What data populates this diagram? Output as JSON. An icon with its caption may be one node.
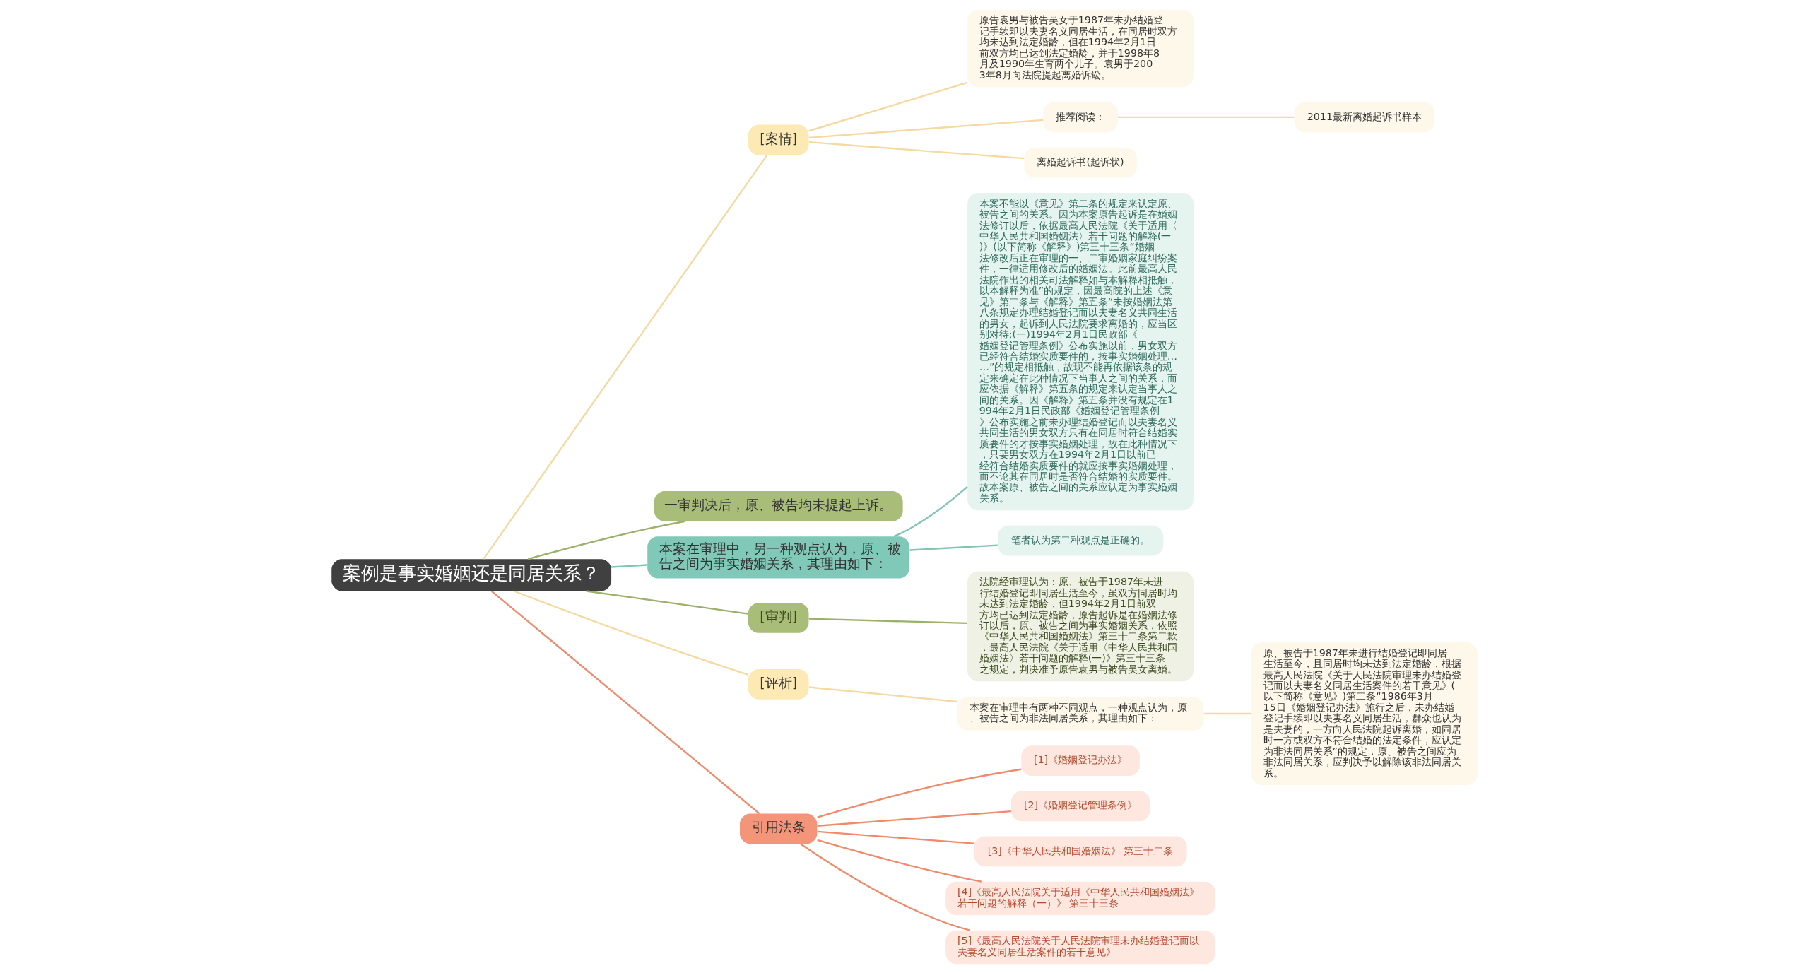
{
  "diagram": {
    "nodes": [
      {
        "text": [
          "案例是事实婚姻还是同居关系？"
        ]
      },
      {
        "text": [
          "[案情]"
        ]
      },
      {
        "text": [
          "原告袁男与被告吴女于1987年未办结婚登记手续即以夫妻名义同居生活，在同居时双方均未达到法定婚龄，但在1994年2月1日前双方均已达到法定婚龄，并于1998年8月及1990年生育两个儿子。袁男于2003年8月向法院提起离婚诉讼。"
        ]
      },
      {
        "text": [
          "推荐阅读："
        ]
      },
      {
        "text": [
          "2011最新离婚起诉书样本"
        ]
      },
      {
        "text": [
          "离婚起诉书(起诉状)"
        ]
      },
      {
        "text": [
          "一审判决后，原、被告均未提起上诉。"
        ]
      },
      {
        "text": [
          "本案在审理中，另一种观点认为，原、被告之间为事实婚姻关系，其理由如下："
        ]
      },
      {
        "text": [
          "本案不能以《意见》第二条的规定来认定原、被告之间的关系。因为本案原告起诉是在婚姻法修订以后，依据最高人民法院《关于适用〈中华人民共和国婚姻法〉若干问题的解释(一)》(以下简称《解释》)第三十三条“婚姻法修改后正在审理的一、二审婚姻家庭纠纷案件，一律适用修改后的婚姻法。此前最高人民法院作出的相关司法解释如与本解释相抵触，以本解释为准”的规定，因最高院的上述《意见》第二条与《解释》第五条“未按婚姻法第八条规定办理结婚登记而以夫妻名义共同生活的男女，起诉到人民法院要求离婚的，应当区别对待;(一)1994年2月1日民政部《婚姻登记管理条例》公布实施以前，男女双方已经符合结婚实质要件的，按事实婚姻处理……”的规定相抵触，故现不能再依据该条的规定来确定在此种情况下当事人之间的关系，而应依据《解释》第五条的规定来认定当事人之间的关系。因《解释》第五条并没有规定在1994年2月1日民政部《婚姻登记管理条例》公布实施之前未办理结婚登记而以夫妻名义共同生活的男女双方只有在同居时符合结婚实质要件的才按事实婚姻处理，故在此种情况下，只要男女双方在1994年2月1日以前已经符合结婚实质要件的就应按事实婚姻处理，而不论其在同居时是否符合结婚的实质要件。故本案原、被告之间的关系应认定为事实婚姻关系。"
        ]
      },
      {
        "text": [
          "笔者认为第二种观点是正确的。"
        ]
      },
      {
        "text": [
          "[审判]"
        ]
      },
      {
        "text": [
          "法院经审理认为：原、被告于1987年未进行结婚登记即同居生活至今，虽双方同居时均未达到法定婚龄，但1994年2月1日前双方均已达到法定婚龄，原告起诉是在婚姻法修订以后，原、被告之间为事实婚姻关系，依照《中华人民共和国婚姻法》第三十二条第二款，最高人民法院《关于适用〈中华人民共和国婚姻法〉若干问题的解释(一)》第三十三条之规定，判决准予原告袁男与被告吴女离婚。"
        ]
      },
      {
        "text": [
          "[评析]"
        ]
      },
      {
        "text": [
          "本案在审理中有两种不同观点，一种观点认为，原、被告之间为非法同居关系，其理由如下："
        ]
      },
      {
        "text": [
          "原、被告于1987年未进行结婚登记即同居生活至今，且同居时均未达到法定婚龄，根据最高人民法院《关于人民法院审理未办结婚登记而以夫妻名义同居生活案件的若干意见》(以下简称《意见》)第二条“1986年3月15日《婚姻登记办法》施行之后，未办结婚登记手续即以夫妻名义同居生活，群众也认为是夫妻的，一方向人民法院起诉离婚，如同居时一方或双方不符合结婚的法定条件，应认定为非法同居关系”的规定，原、被告之间应为非法同居关系，应判决予以解除该非法同居关系。"
        ]
      },
      {
        "text": [
          "引用法条"
        ]
      },
      {
        "text": [
          "[1]《婚姻登记办法》"
        ]
      },
      {
        "text": [
          "[2]《婚姻登记管理条例》"
        ]
      },
      {
        "text": [
          "[3]《中华人民共和国婚姻法》 第三十二条"
        ]
      },
      {
        "text": [
          "[4]《最高人民法院关于适用《中华人民共和国婚姻法》若干问题的解释（一）》 第三十三条"
        ]
      },
      {
        "text": [
          "[5]《最高人民法院关于人民法院审理未办结婚登记而以夫妻名义同居生活案件的若干意见》"
        ]
      }
    ],
    "edges": [
      {
        "from": 0,
        "to": 1,
        "arrow": "none",
        "color": "#f5d9a0"
      },
      {
        "from": 1,
        "to": 2,
        "arrow": "none",
        "color": "#f5d9a0"
      },
      {
        "from": 1,
        "to": 3,
        "arrow": "none",
        "color": "#f5d9a0"
      },
      {
        "from": 3,
        "to": 4,
        "arrow": "none",
        "color": "#f5d9a0"
      },
      {
        "from": 1,
        "to": 5,
        "arrow": "none",
        "color": "#f5d9a0"
      },
      {
        "from": 0,
        "to": 6,
        "arrow": "none",
        "color": "#9bb06a"
      },
      {
        "from": 0,
        "to": 7,
        "arrow": "none",
        "color": "#7fc4b4"
      },
      {
        "from": 7,
        "to": 8,
        "arrow": "none",
        "color": "#7fc4b4"
      },
      {
        "from": 7,
        "to": 9,
        "arrow": "none",
        "color": "#7fc4b4"
      },
      {
        "from": 0,
        "to": 10,
        "arrow": "none",
        "color": "#9bb06a"
      },
      {
        "from": 10,
        "to": 11,
        "arrow": "none",
        "color": "#9bb06a"
      },
      {
        "from": 0,
        "to": 12,
        "arrow": "none",
        "color": "#f5d9a0"
      },
      {
        "from": 12,
        "to": 13,
        "arrow": "none",
        "color": "#f5d9a0"
      },
      {
        "from": 13,
        "to": 14,
        "arrow": "none",
        "color": "#f5d9a0"
      },
      {
        "from": 0,
        "to": 15,
        "arrow": "none",
        "color": "#ef8a6a"
      },
      {
        "from": 15,
        "to": 16,
        "arrow": "none",
        "color": "#ef8a6a"
      },
      {
        "from": 15,
        "to": 17,
        "arrow": "none",
        "color": "#ef8a6a"
      },
      {
        "from": 15,
        "to": 18,
        "arrow": "none",
        "color": "#ef8a6a"
      },
      {
        "from": 15,
        "to": 19,
        "arrow": "none",
        "color": "#ef8a6a"
      },
      {
        "from": 15,
        "to": 20,
        "arrow": "none",
        "color": "#ef8a6a"
      }
    ]
  }
}
